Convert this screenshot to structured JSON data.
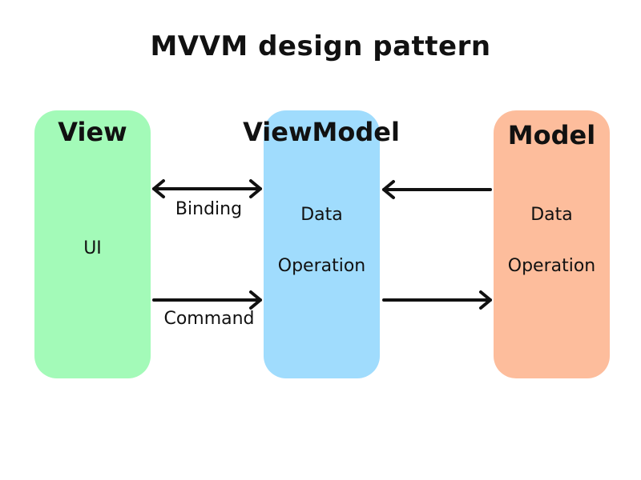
{
  "title": "MVVM design pattern",
  "colors": {
    "view_box": "#a3fab8",
    "viewmodel_box": "#a0dcfd",
    "model_box": "#fdbd9c",
    "arrow": "#111111"
  },
  "view": {
    "title": "View",
    "content": "UI"
  },
  "viewmodel": {
    "title": "ViewModel",
    "line1": "Data",
    "line2": "Operation"
  },
  "model": {
    "title": "Model",
    "line1": "Data",
    "line2": "Operation"
  },
  "connections": {
    "binding_label": "Binding",
    "command_label": "Command"
  }
}
